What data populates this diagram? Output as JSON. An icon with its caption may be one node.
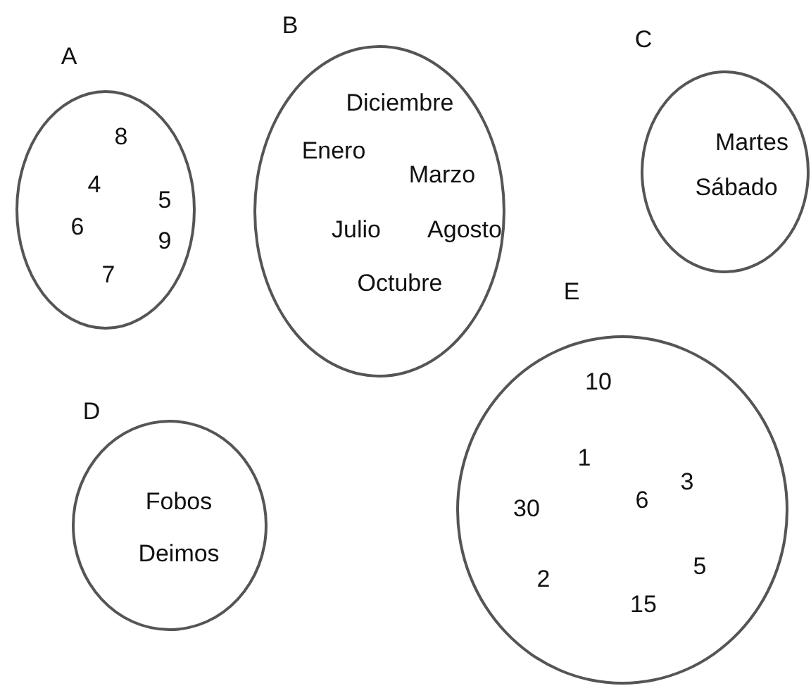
{
  "diagram": {
    "nodes": [
      {
        "text": [
          "A",
          "8",
          "4",
          "5",
          "6",
          "9",
          "7"
        ]
      },
      {
        "text": [
          "B",
          "Diciembre",
          "Enero",
          "Marzo",
          "Julio",
          "Agosto",
          "Octubre"
        ]
      },
      {
        "text": [
          "C",
          "Martes",
          "Sábado"
        ]
      },
      {
        "text": [
          "D",
          "Fobos",
          "Deimos"
        ]
      },
      {
        "text": [
          "E",
          "10",
          "1",
          "3",
          "30",
          "6",
          "5",
          "2",
          "15"
        ]
      }
    ]
  }
}
